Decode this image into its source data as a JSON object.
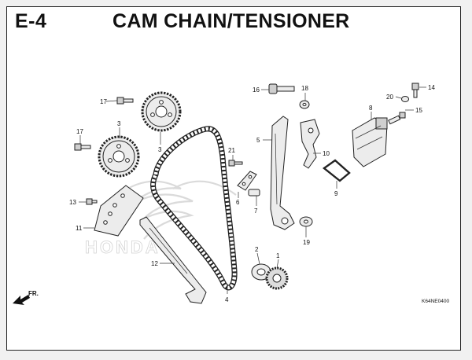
{
  "header": {
    "code": "E-4",
    "title": "CAM CHAIN/TENSIONER"
  },
  "diagram": {
    "watermark": "HONDA",
    "direction_label": "FR.",
    "reference_code": "K64NE0400",
    "callouts": {
      "c1": "1",
      "c2": "2",
      "c3a": "3",
      "c3b": "3",
      "c4": "4",
      "c5": "5",
      "c6": "6",
      "c7": "7",
      "c8": "8",
      "c9": "9",
      "c10": "10",
      "c11": "11",
      "c12": "12",
      "c13": "13",
      "c14": "14",
      "c15": "15",
      "c16": "16",
      "c17a": "17",
      "c17b": "17",
      "c18": "18",
      "c19": "19",
      "c20": "20",
      "c21": "21"
    }
  }
}
